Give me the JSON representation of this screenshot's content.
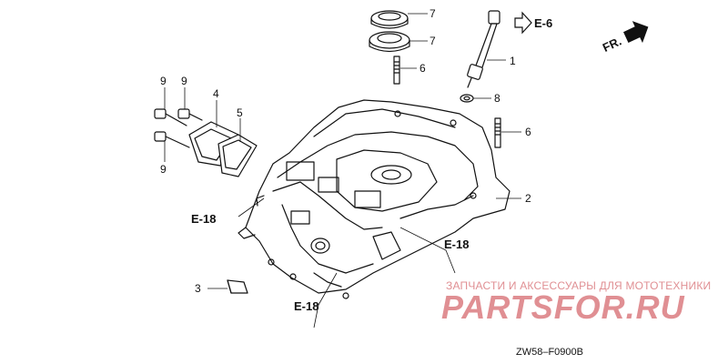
{
  "callouts": {
    "c1": "1",
    "c2": "2",
    "c3": "3",
    "c4": "4",
    "c5": "5",
    "c6a": "6",
    "c6b": "6",
    "c7a": "7",
    "c7b": "7",
    "c8": "8",
    "c9a": "9",
    "c9b": "9",
    "c9c": "9"
  },
  "refs": {
    "e6": "E-6",
    "e18_left": "E-18",
    "e18_right": "E-18",
    "e18_bottom": "E-18"
  },
  "direction": {
    "label": "FR."
  },
  "watermark": {
    "tagline": "ЗАПЧАСТИ И АКСЕССУАРЫ ДЛЯ МОТОТЕХНИКИ",
    "brand": "PARTSFOR.RU",
    "color": "#e08f93"
  },
  "diagram_code": "ZW58–F0900B"
}
